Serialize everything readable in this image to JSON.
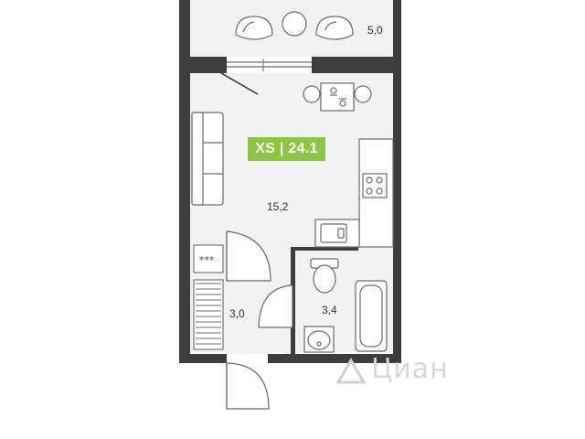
{
  "badge": {
    "label": "XS | 24.1",
    "color": "#8dc63f"
  },
  "areas": {
    "balcony": "5,0",
    "main_room": "15,2",
    "hallway": "3,0",
    "bathroom": "3,4"
  },
  "watermark": {
    "text": "Циан"
  },
  "colors": {
    "wall": "#3d3d3d",
    "floor": "#f2f2f2",
    "fixture": "#9a9a9a",
    "accent": "#8dc63f"
  }
}
